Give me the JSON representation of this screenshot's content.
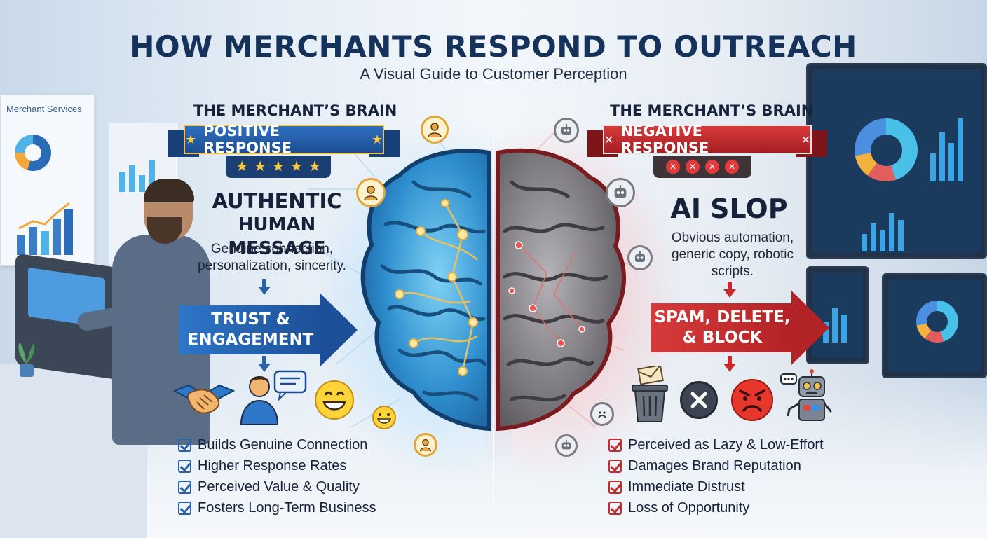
{
  "header": {
    "title": "HOW MERCHANTS RESPOND TO OUTREACH",
    "subtitle": "A Visual Guide to Customer Perception"
  },
  "background": {
    "poster_title": "Merchant Services"
  },
  "left": {
    "brain_label": "THE MERCHANT’S BRAIN",
    "ribbon_label": "POSITIVE RESPONSE",
    "rating_stars": 5,
    "heading_line1": "AUTHENTIC",
    "heading_line2": "HUMAN MESSAGE",
    "body_line1": "Genuine connection,",
    "body_line2": "personalization, sincerity.",
    "arrow_line1": "TRUST &",
    "arrow_line2": "ENGAGEMENT",
    "icons": [
      "handshake-icon",
      "person-chat-icon",
      "smile-emoji-icon"
    ],
    "list": [
      "Builds Genuine Connection",
      "Higher Response Rates",
      "Perceived Value & Quality",
      "Fosters Long-Term Business"
    ]
  },
  "right": {
    "brain_label": "THE MERCHANT’S BRAIN",
    "ribbon_label": "NEGATIVE RESPONSE",
    "rating_x_marks": 4,
    "heading": "AI SLOP",
    "body_line1": "Obvious automation,",
    "body_line2": "generic copy, robotic",
    "body_line3": "scripts.",
    "arrow_line1": "SPAM, DELETE,",
    "arrow_line2": "& BLOCK",
    "icons": [
      "trash-mail-icon",
      "x-circle-icon",
      "angry-emoji-icon",
      "robot-icon"
    ],
    "list": [
      "Perceived as Lazy & Low-Effort",
      "Damages Brand Reputation",
      "Immediate Distrust",
      "Loss of Opportunity"
    ]
  },
  "colors": {
    "title": "#15325a",
    "positive": "#1d4e94",
    "negative": "#b22326",
    "gold": "#f6c744"
  }
}
